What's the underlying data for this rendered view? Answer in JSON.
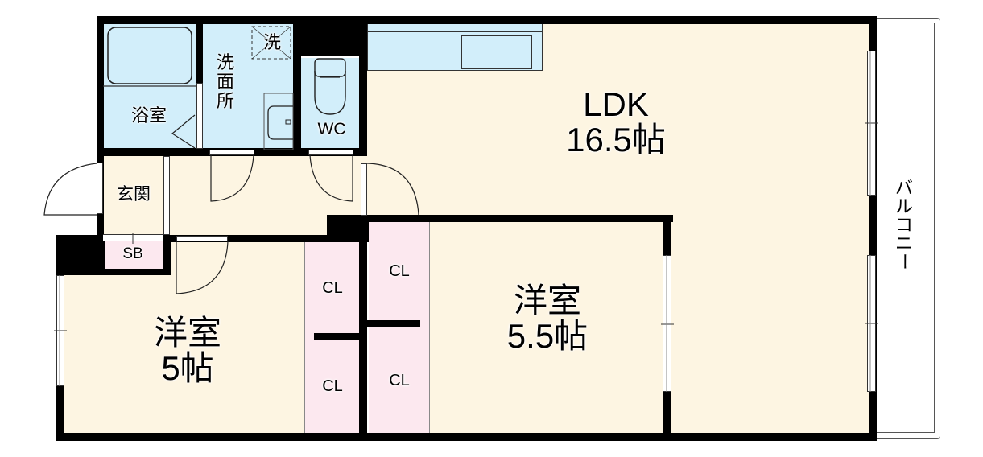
{
  "floorplan": {
    "rooms": {
      "ldk": {
        "name": "LDK",
        "size": "16.5帖"
      },
      "western_5_5": {
        "name": "洋室",
        "size": "5.5帖"
      },
      "western_5": {
        "name": "洋室",
        "size": "5帖"
      },
      "bathroom": {
        "name": "浴室"
      },
      "washroom": {
        "name": "洗\n面\n所",
        "chars": [
          "洗",
          "面",
          "所"
        ]
      },
      "washer": {
        "name": "洗"
      },
      "toilet": {
        "name": "WC"
      },
      "entrance": {
        "name": "玄関"
      },
      "shoe_box": {
        "name": "SB"
      },
      "closets": [
        "CL",
        "CL",
        "CL",
        "CL"
      ],
      "balcony": {
        "name": "バルコニー",
        "chars": [
          "バ",
          "ル",
          "コ",
          "ニ",
          "ー"
        ]
      }
    },
    "colors": {
      "wall": "#000000",
      "wet_area": "#d2eefa",
      "floor": "#fdf5e2",
      "closet": "#fce8ef"
    }
  }
}
